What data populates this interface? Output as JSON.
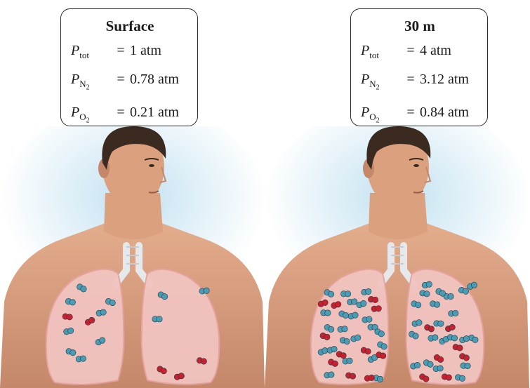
{
  "panels": [
    {
      "title": "Surface",
      "rows": [
        {
          "symbol": "P",
          "subscript": "tot",
          "sub2": "",
          "equals": "=",
          "value": "1 atm"
        },
        {
          "symbol": "P",
          "subscript": "N",
          "sub2": "2",
          "equals": "=",
          "value": "0.78 atm"
        },
        {
          "symbol": "P",
          "subscript": "O",
          "sub2": "2",
          "equals": "=",
          "value": "0.21 atm"
        }
      ]
    },
    {
      "title": "30 m",
      "rows": [
        {
          "symbol": "P",
          "subscript": "tot",
          "sub2": "",
          "equals": "=",
          "value": "4 atm"
        },
        {
          "symbol": "P",
          "subscript": "N",
          "sub2": "2",
          "equals": "=",
          "value": "3.12 atm"
        },
        {
          "symbol": "P",
          "subscript": "O",
          "sub2": "2",
          "equals": "=",
          "value": "0.84 atm"
        }
      ]
    }
  ],
  "colors": {
    "skin": "#dba07e",
    "skin_shadow": "#c4876a",
    "hair": "#3a2a20",
    "halo": "#bfe0f0",
    "lung": "#f2c4c0",
    "nitrogen": "#4a9cb5",
    "oxygen": "#c8202e"
  }
}
